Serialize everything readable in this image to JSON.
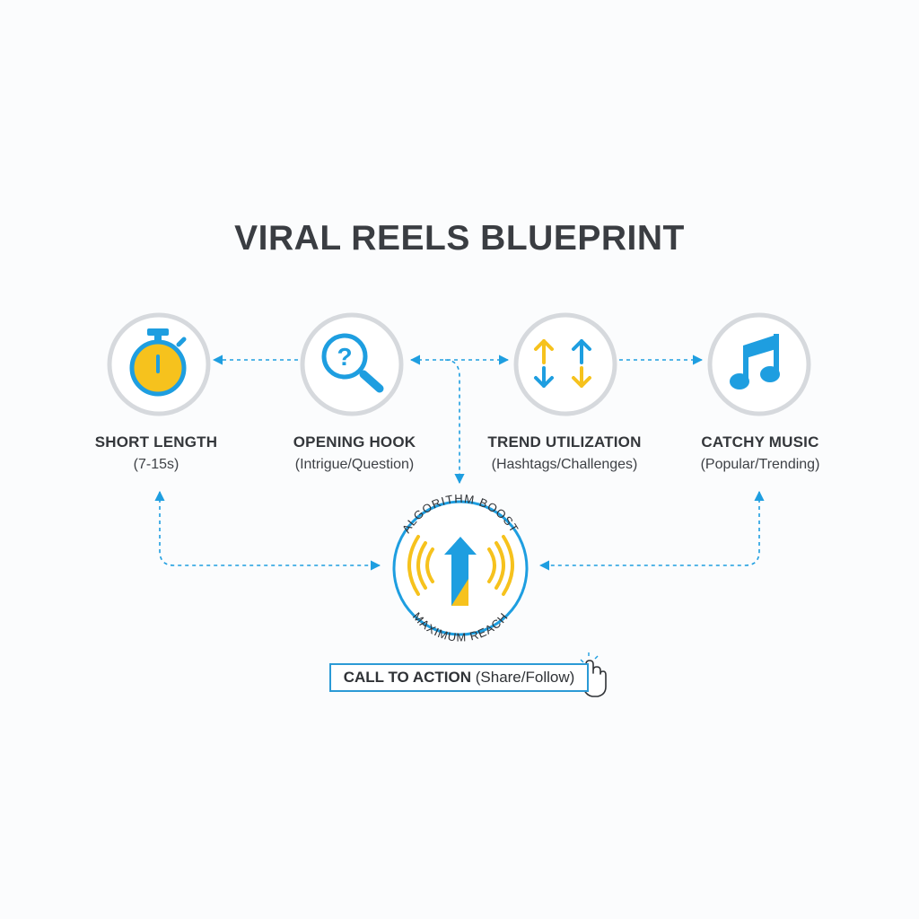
{
  "title": "VIRAL REELS BLUEPRINT",
  "colors": {
    "blue": "#1e9ee0",
    "yellow": "#f6c21d",
    "ring": "#d6d9dd",
    "text": "#34373b"
  },
  "nodes": [
    {
      "name": "SHORT LENGTH",
      "sub": "(7-15s)",
      "icon": "stopwatch-icon"
    },
    {
      "name": "OPENING HOOK",
      "sub": "(Intrigue/Question)",
      "icon": "magnifier-question-icon"
    },
    {
      "name": "TREND UTILIZATION",
      "sub": "(Hashtags/Challenges)",
      "icon": "up-down-arrows-icon"
    },
    {
      "name": "CATCHY MUSIC",
      "sub": "(Popular/Trending)",
      "icon": "music-note-icon"
    }
  ],
  "hub": {
    "top_text": "ALGORITHM BOOST",
    "bottom_text": "MAXIMUM REACH",
    "icon": "boost-arrow-icon"
  },
  "cta": {
    "main": "CALL TO ACTION",
    "sub": "(Share/Follow)",
    "icon": "pointer-hand-icon"
  }
}
